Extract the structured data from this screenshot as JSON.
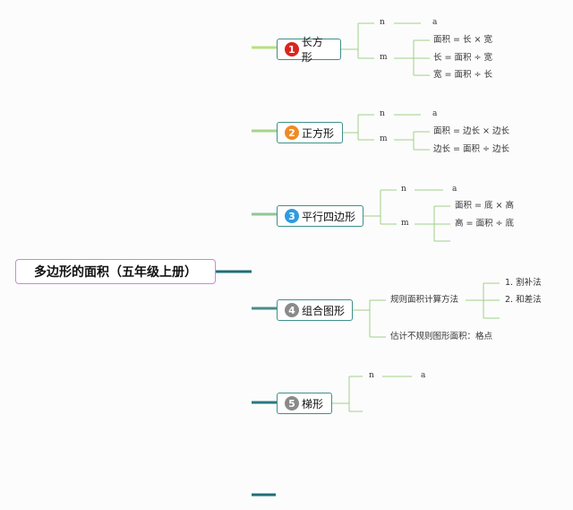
{
  "root": {
    "title": "多边形的面积（五年级上册）"
  },
  "branches": [
    {
      "number": "1",
      "label": "长方形",
      "color": "#d9251d",
      "n": "n",
      "a": "a",
      "m": "m",
      "formulas": [
        "面积 = 长 × 宽",
        "长 = 面积 ÷ 宽",
        "宽 = 面积 ÷ 长"
      ]
    },
    {
      "number": "2",
      "label": "正方形",
      "color": "#f08a24",
      "n": "n",
      "a": "a",
      "m": "m",
      "formulas": [
        "面积 = 边长 × 边长",
        "边长 = 面积 ÷ 边长"
      ]
    },
    {
      "number": "3",
      "label": "平行四边形",
      "color": "#2f9be0",
      "n": "n",
      "a": "a",
      "m": "m",
      "formulas": [
        "面积 = 底 × 高",
        "高 = 面积 ÷ 底"
      ]
    },
    {
      "number": "4",
      "label": "组合图形",
      "color": "#8a8a8a",
      "children": [
        {
          "label": "规则面积计算方法",
          "items": [
            "1. 割补法",
            "2. 和差法"
          ]
        },
        {
          "label": "估计不规则图形面积：格点"
        }
      ]
    },
    {
      "number": "5",
      "label": "梯形",
      "color": "#8a8a8a",
      "n": "n",
      "a": "a"
    }
  ],
  "colors": {
    "trunk_top": "#a5d86a",
    "trunk_bottom": "#1f6e78",
    "root_border": "#c98ad6",
    "branch_border": "#3f8f8a"
  }
}
